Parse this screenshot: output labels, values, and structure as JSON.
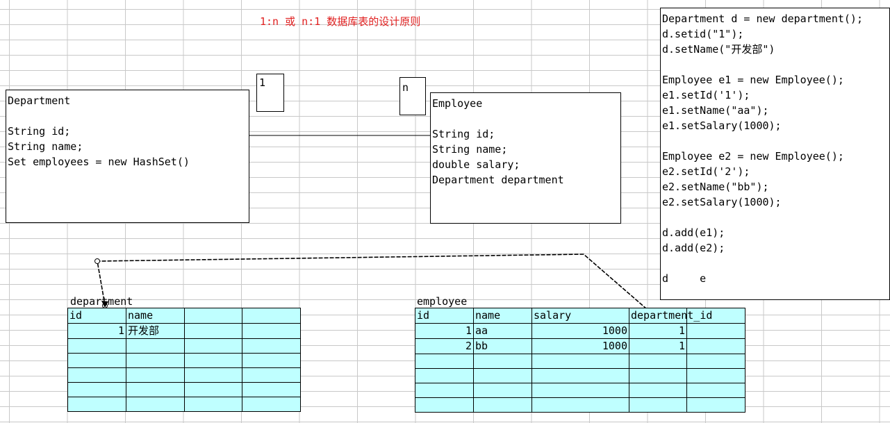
{
  "title": "1:n 或 n:1 数据库表的设计原则",
  "department_class": {
    "lines": [
      "Department",
      "",
      "String id;",
      "String name;",
      "Set employees = new HashSet()"
    ]
  },
  "employee_class": {
    "lines": [
      "Employee",
      "",
      "String id;",
      "String name;",
      "double salary;",
      "Department department"
    ]
  },
  "multiplicity": {
    "one": "1",
    "many": "n"
  },
  "code_panel": {
    "lines": [
      "Department d = new department();",
      "d.setid(\"1\");",
      "d.setName(\"开发部\")",
      "",
      "Employee e1 = new Employee();",
      "e1.setId('1');",
      "e1.setName(\"aa\");",
      "e1.setSalary(1000);",
      "",
      "Employee e2 = new Employee();",
      "e2.setId('2');",
      "e2.setName(\"bb\");",
      "e2.setSalary(1000);",
      "",
      "d.add(e1);",
      "d.add(e2);",
      "",
      "d     e"
    ]
  },
  "department_table": {
    "label": "department",
    "headers": [
      "id",
      "name",
      "",
      ""
    ],
    "rows": [
      [
        "1",
        "开发部",
        "",
        ""
      ],
      [
        "",
        "",
        "",
        ""
      ],
      [
        "",
        "",
        "",
        ""
      ],
      [
        "",
        "",
        "",
        ""
      ],
      [
        "",
        "",
        "",
        ""
      ],
      [
        "",
        "",
        "",
        ""
      ]
    ]
  },
  "employee_table": {
    "label": "employee",
    "headers": [
      "id",
      "name",
      "salary",
      "department_id",
      ""
    ],
    "rows": [
      [
        "1",
        "aa",
        "1000",
        "1",
        ""
      ],
      [
        "2",
        "bb",
        "1000",
        "1",
        ""
      ],
      [
        "",
        "",
        "",
        "",
        ""
      ],
      [
        "",
        "",
        "",
        "",
        ""
      ],
      [
        "",
        "",
        "",
        "",
        ""
      ],
      [
        "",
        "",
        "",
        "",
        ""
      ]
    ]
  },
  "colors": {
    "table_fill": "#bfffff",
    "title": "#e02020",
    "grid": "#c8c8c8"
  }
}
